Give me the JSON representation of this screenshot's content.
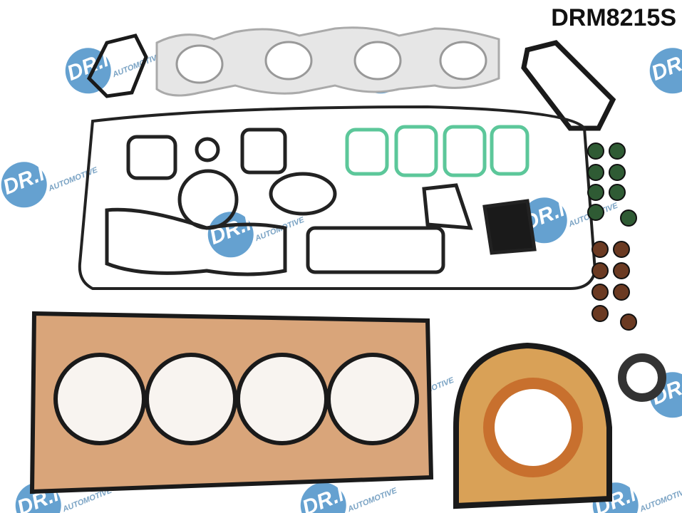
{
  "product": {
    "code": "DRM8215S",
    "description_icon": "engine-gasket-set-photo"
  },
  "watermark": {
    "brand": "DR.MOTOR",
    "tagline": "AUTOMOTIVE",
    "circle_color": "#4a90c8"
  },
  "colors": {
    "gasket_rubber": "#1a1a1a",
    "head_gasket_metal": "#d9a57a",
    "intake_gasket": "#5cc79a",
    "valve_seal_green": "#2f5b34",
    "valve_seal_brown": "#6b3a22",
    "rear_seal_orange": "#c8702e"
  }
}
